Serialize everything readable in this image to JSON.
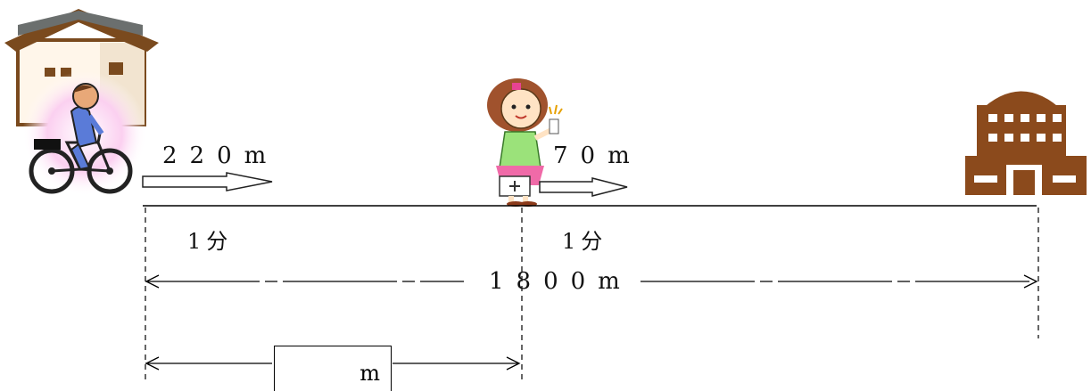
{
  "labels": {
    "bike_speed": "220m",
    "walk_speed": "70m",
    "time_left": "1分",
    "time_right": "1分",
    "total_distance": "1800m",
    "answer_unit": "m"
  },
  "icons": {
    "house": "house-icon",
    "cyclist": "cyclist-icon",
    "girl": "girl-icon",
    "school": "school-building-icon"
  },
  "colors": {
    "house_roof": "#6b6f6e",
    "house_trim": "#7a4a1e",
    "building": "#8b4a1c",
    "pink_glow": "#f7b8e6",
    "rider_shirt": "#5a7bd8"
  }
}
